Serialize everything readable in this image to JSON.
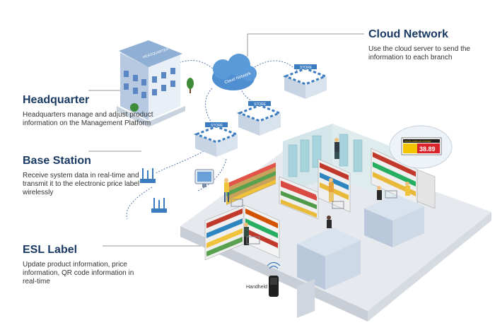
{
  "cloud_network": {
    "title": "Cloud Network",
    "description": "Use the cloud server to send the information to each branch"
  },
  "headquarter": {
    "title": "Headquarter",
    "description": "Headquarters manage and adjust product information on the Management Platform"
  },
  "base_station": {
    "title": "Base Station",
    "description": "Receive system data in real-time and transmit it to the electronic price label wirelessly"
  },
  "esl_label": {
    "title": "ESL Label",
    "description": "Update product information, price information, QR code information in real-time"
  },
  "illustration": {
    "hq_sign": "HEADQUARTER",
    "cloud_text": "Cloud Network",
    "store_sign": "STORE",
    "handheld_label": "Handheld",
    "esl_price": "38.89",
    "esl_product": "SOUTH AFRICAN COFFEE"
  },
  "colors": {
    "heading": "#1a3a63",
    "accent_blue": "#3b7bbf",
    "esl_yellow": "#f5c400",
    "esl_red": "#d9242b"
  }
}
